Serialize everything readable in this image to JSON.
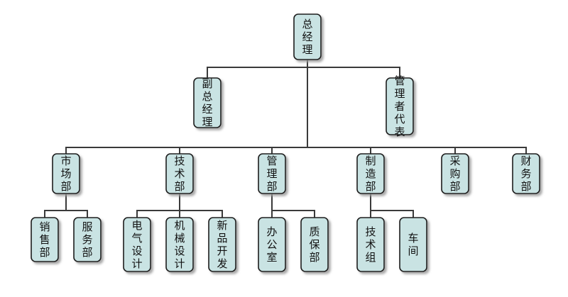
{
  "diagram": {
    "type": "org-chart",
    "colors": {
      "node_fill": "#c9e3e3",
      "node_stroke": "#1f1f1f",
      "connector": "#3a3a3a",
      "shadow": "#9a9a9a",
      "background": "#ffffff"
    },
    "nodes": [
      {
        "id": "gm",
        "label": "总经理",
        "parent": null
      },
      {
        "id": "vgm",
        "label": "副总经理",
        "parent": "gm"
      },
      {
        "id": "mgmt-rep",
        "label": "管理者代表",
        "parent": "gm"
      },
      {
        "id": "market",
        "label": "市场部",
        "parent": "gm"
      },
      {
        "id": "tech",
        "label": "技术部",
        "parent": "gm"
      },
      {
        "id": "manage",
        "label": "管理部",
        "parent": "gm"
      },
      {
        "id": "manufacturing",
        "label": "制造部",
        "parent": "gm"
      },
      {
        "id": "purchasing",
        "label": "采购部",
        "parent": "gm"
      },
      {
        "id": "finance",
        "label": "财务部",
        "parent": "gm"
      },
      {
        "id": "sales",
        "label": "销售部",
        "parent": "market"
      },
      {
        "id": "service",
        "label": "服务部",
        "parent": "market"
      },
      {
        "id": "elec-design",
        "label": "电气设计",
        "parent": "tech"
      },
      {
        "id": "mech-design",
        "label": "机械设计",
        "parent": "tech"
      },
      {
        "id": "new-product",
        "label": "新品开发",
        "parent": "tech"
      },
      {
        "id": "office",
        "label": "办公室",
        "parent": "manage"
      },
      {
        "id": "qa",
        "label": "质保部",
        "parent": "manage"
      },
      {
        "id": "tech-group",
        "label": "技术组",
        "parent": "manufacturing"
      },
      {
        "id": "workshop",
        "label": "车间",
        "parent": "manufacturing"
      }
    ]
  }
}
